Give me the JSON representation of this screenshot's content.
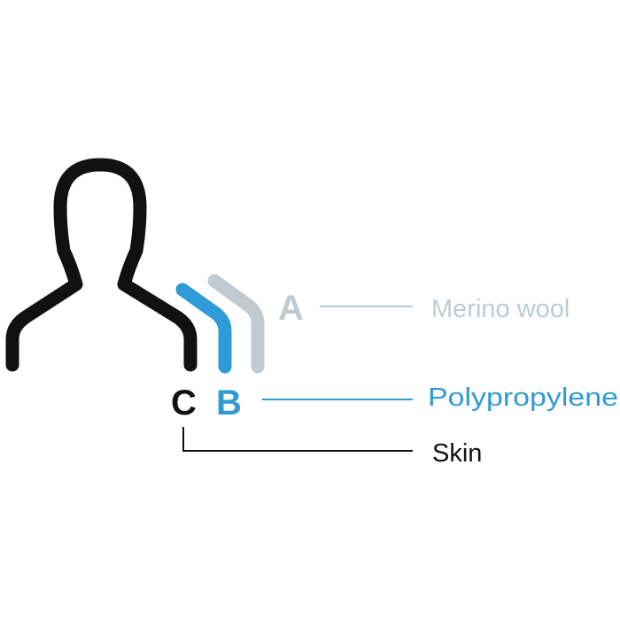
{
  "colors": {
    "skin": "#111111",
    "polypropylene": "#2f9bd6",
    "merino": "#c0cad0"
  },
  "layers": {
    "a": {
      "letter": "A",
      "label": "Merino wool"
    },
    "b": {
      "letter": "B",
      "label": "Polypropylene"
    },
    "c": {
      "letter": "C",
      "label": "Skin"
    }
  }
}
